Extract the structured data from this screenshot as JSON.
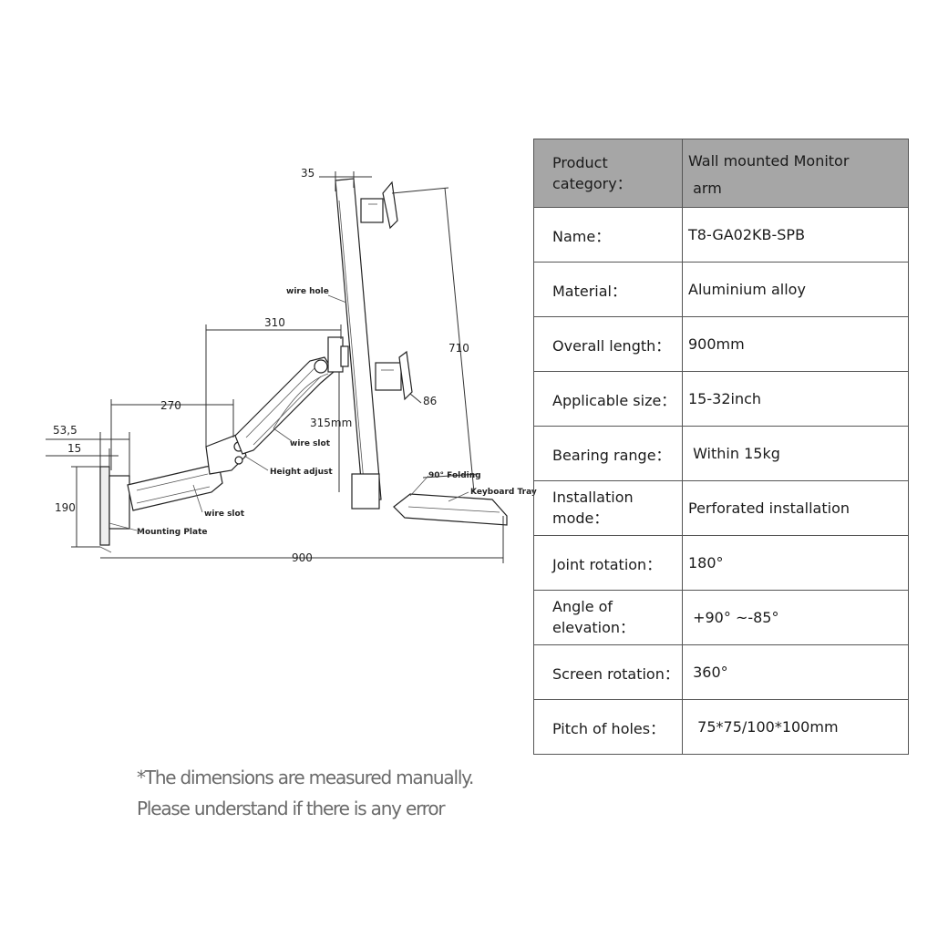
{
  "diagram": {
    "dimensions": {
      "d35": "35",
      "d310": "310",
      "d270": "270",
      "d53_5": "53,5",
      "d15": "15",
      "d190": "190",
      "d900": "900",
      "d710": "710",
      "d86": "86",
      "d315": "315mm"
    },
    "labels": {
      "wire_hole": "wire hole",
      "wire_slot_upper": "wire slot",
      "wire_slot_lower": "wire slot",
      "height_adjust": "Height adjust",
      "mounting_plate": "Mounting Plate",
      "folding": "90° Folding",
      "keyboard_tray": "Keyboard Tray"
    }
  },
  "specs": [
    {
      "key": "Product category：",
      "value_line1": "Wall mounted Monitor",
      "value_line2": " arm"
    },
    {
      "key": "Name：",
      "value": "T8-GA02KB-SPB"
    },
    {
      "key": "Material：",
      "value": "Aluminium alloy"
    },
    {
      "key": "Overall length：",
      "value": "900mm"
    },
    {
      "key": "Applicable size：",
      "value": "15-32inch"
    },
    {
      "key": "Bearing range：",
      "value": " Within 15kg"
    },
    {
      "key": "Installation mode：",
      "value": "Perforated installation"
    },
    {
      "key": "Joint rotation：",
      "value": "180°"
    },
    {
      "key": "Angle of elevation：",
      "value": " +90° ~-85°"
    },
    {
      "key": "Screen rotation：",
      "value": " 360°"
    },
    {
      "key": "Pitch of holes：",
      "value": "  75*75/100*100mm"
    }
  ],
  "note": {
    "line1": "*The dimensions are measured manually.",
    "line2": "Please understand if there is any error"
  }
}
